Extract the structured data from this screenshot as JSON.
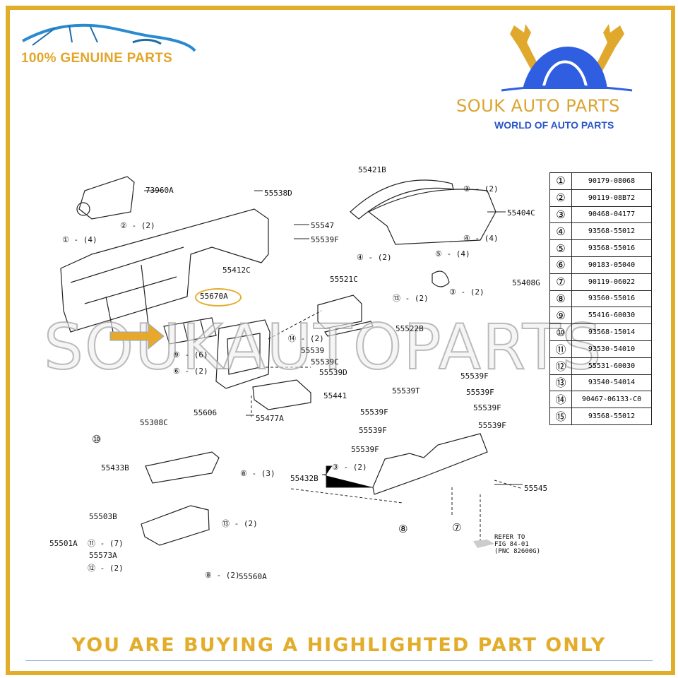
{
  "header": {
    "genuine_label": "100% GENUINE PARTS",
    "brand_name": "SOUK AUTO PARTS",
    "brand_tagline": "WORLD OF AUTO PARTS",
    "watermark": "SOUKAUTOPARTS"
  },
  "colors": {
    "gold": "#e3ad2c",
    "blue": "#2a55c8"
  },
  "diagram": {
    "highlighted_part": "55670A",
    "labels": [
      "73960A",
      "55538D",
      "② - (2)",
      "① - (4)",
      "55547",
      "55539F",
      "55421B",
      "③ - (2)",
      "55404C",
      "④ - (4)",
      "④ - (2)",
      "⑤ - (4)",
      "55412C",
      "55521C",
      "⑬ - (2)",
      "55408G",
      "③ - (2)",
      "55522B",
      "⑭ - (2)",
      "55539",
      "55539C",
      "55539D",
      "⑨ - (6)",
      "⑥ - (2)",
      "55441",
      "55477A",
      "55539F",
      "55539T",
      "55539F",
      "55539F",
      "55539F",
      "55539F",
      "55539F",
      "55539F",
      "③ - (2)",
      "55432B",
      "55545",
      "⑧",
      "⑦",
      "REFER TO",
      "FIG 84-01",
      "(PNC 82600G)",
      "55308C",
      "55606",
      "⑩",
      "55433B",
      "⑧ - (3)",
      "55503B",
      "55501A",
      "⑪ - (7)",
      "55573A",
      "⑫ - (2)",
      "⑬ - (2)",
      "⑧ - (2)",
      "55560A"
    ]
  },
  "parts_table": [
    {
      "num": "①",
      "part": "90179-08068"
    },
    {
      "num": "②",
      "part": "90119-08B72"
    },
    {
      "num": "③",
      "part": "90468-04177"
    },
    {
      "num": "④",
      "part": "93568-55012"
    },
    {
      "num": "⑤",
      "part": "93568-55016"
    },
    {
      "num": "⑥",
      "part": "90183-05040"
    },
    {
      "num": "⑦",
      "part": "90119-06022"
    },
    {
      "num": "⑧",
      "part": "93560-55016"
    },
    {
      "num": "⑨",
      "part": "55416-60030"
    },
    {
      "num": "⑩",
      "part": "93568-15014"
    },
    {
      "num": "⑪",
      "part": "93530-54010"
    },
    {
      "num": "⑫",
      "part": "55531-60030"
    },
    {
      "num": "⑬",
      "part": "93540-54014"
    },
    {
      "num": "⑭",
      "part": "90467-06133-C0"
    },
    {
      "num": "⑮",
      "part": "93568-55012"
    }
  ],
  "footer": {
    "notice": "YOU ARE BUYING A HIGHLIGHTED PART ONLY"
  }
}
